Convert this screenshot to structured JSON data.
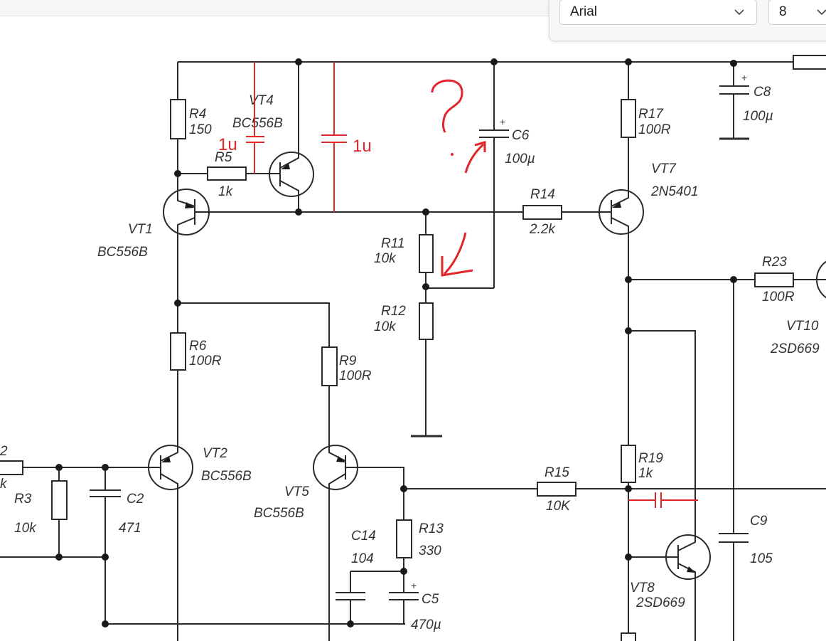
{
  "toolbar": {
    "font_name": "Arial",
    "font_size": "8"
  },
  "components": {
    "r4": {
      "name": "R4",
      "value": "150"
    },
    "vt4": {
      "name": "VT4",
      "value": "BC556B"
    },
    "r5": {
      "name": "R5",
      "value": "1k"
    },
    "vt1": {
      "name": "VT1",
      "value": "BC556B"
    },
    "c6": {
      "name": "C6",
      "value": "100µ",
      "polarity": "+"
    },
    "r17": {
      "name": "R17",
      "value": "100R"
    },
    "c8": {
      "name": "C8",
      "value": "100µ",
      "polarity": "+"
    },
    "vt7": {
      "name": "VT7",
      "value": "2N5401"
    },
    "r14": {
      "name": "R14",
      "value": "2.2k"
    },
    "r11": {
      "name": "R11",
      "value": "10k"
    },
    "r12": {
      "name": "R12",
      "value": "10k"
    },
    "r23": {
      "name": "R23",
      "value": "100R"
    },
    "vt10": {
      "name": "VT10",
      "value": "2SD669"
    },
    "r6": {
      "name": "R6",
      "value": "100R"
    },
    "r9": {
      "name": "R9",
      "value": "100R"
    },
    "vt2": {
      "name": "VT2",
      "value": "BC556B"
    },
    "vt5": {
      "name": "VT5",
      "value": "BC556B"
    },
    "r2": {
      "name": "2",
      "value": "k"
    },
    "r3": {
      "name": "R3",
      "value": "10k"
    },
    "c2": {
      "name": "C2",
      "value": "471"
    },
    "r15": {
      "name": "R15",
      "value": "10K"
    },
    "r19": {
      "name": "R19",
      "value": "1k"
    },
    "r13": {
      "name": "R13",
      "value": "330"
    },
    "c14": {
      "name": "C14",
      "value": "104"
    },
    "c5": {
      "name": "C5",
      "value": "470µ",
      "polarity": "+"
    },
    "c9": {
      "name": "C9",
      "value": "105"
    },
    "vt8": {
      "name": "VT8",
      "value": "2SD669"
    }
  },
  "annotations": {
    "cap_left": "1u",
    "cap_right": "1u",
    "question": "?",
    "color": "#e0262a"
  }
}
